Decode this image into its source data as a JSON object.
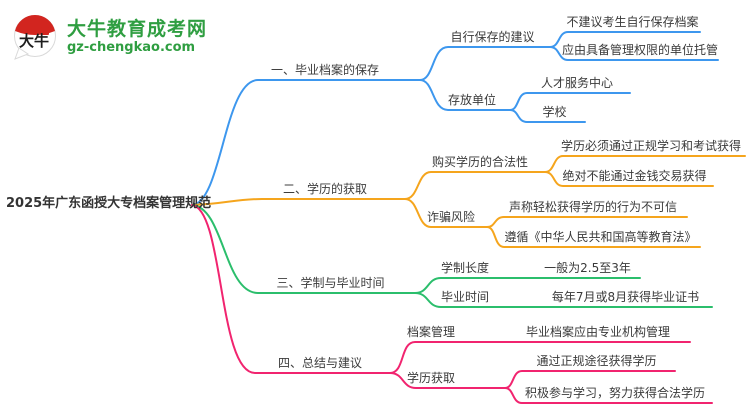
{
  "logo": {
    "site_name": "大牛教育成考网",
    "site_url": "gz-chengkao.com",
    "icon_text": "大牛",
    "brand_green": "#2f9e41",
    "icon_red": "#d2251f"
  },
  "root": {
    "label": "2025年广东函授大专档案管理规范"
  },
  "branches": [
    {
      "label": "一、毕业档案的保存",
      "color": "#3d97ee",
      "children": [
        {
          "label": "自行保存的建议",
          "leaves": [
            "不建议考生自行保存档案",
            "应由具备管理权限的单位托管"
          ]
        },
        {
          "label": "存放单位",
          "leaves": [
            "人才服务中心",
            "学校"
          ]
        }
      ]
    },
    {
      "label": "二、学历的获取",
      "color": "#f5a51d",
      "children": [
        {
          "label": "购买学历的合法性",
          "leaves": [
            "学历必须通过正规学习和考试获得",
            "绝对不能通过金钱交易获得"
          ]
        },
        {
          "label": "诈骗风险",
          "leaves": [
            "声称轻松获得学历的行为不可信",
            "遵循《中华人民共和国高等教育法》"
          ]
        }
      ]
    },
    {
      "label": "三、学制与毕业时间",
      "color": "#2bbe6c",
      "children": [
        {
          "label": "学制长度",
          "leaves": [
            "一般为2.5至3年"
          ]
        },
        {
          "label": "毕业时间",
          "leaves": [
            "每年7月或8月获得毕业证书"
          ]
        }
      ]
    },
    {
      "label": "四、总结与建议",
      "color": "#f1246f",
      "children": [
        {
          "label": "档案管理",
          "leaves": [
            "毕业档案应由专业机构管理"
          ]
        },
        {
          "label": "学历获取",
          "leaves": [
            "通过正规途径获得学历",
            "积极参与学习，努力获得合法学历"
          ]
        }
      ]
    }
  ]
}
